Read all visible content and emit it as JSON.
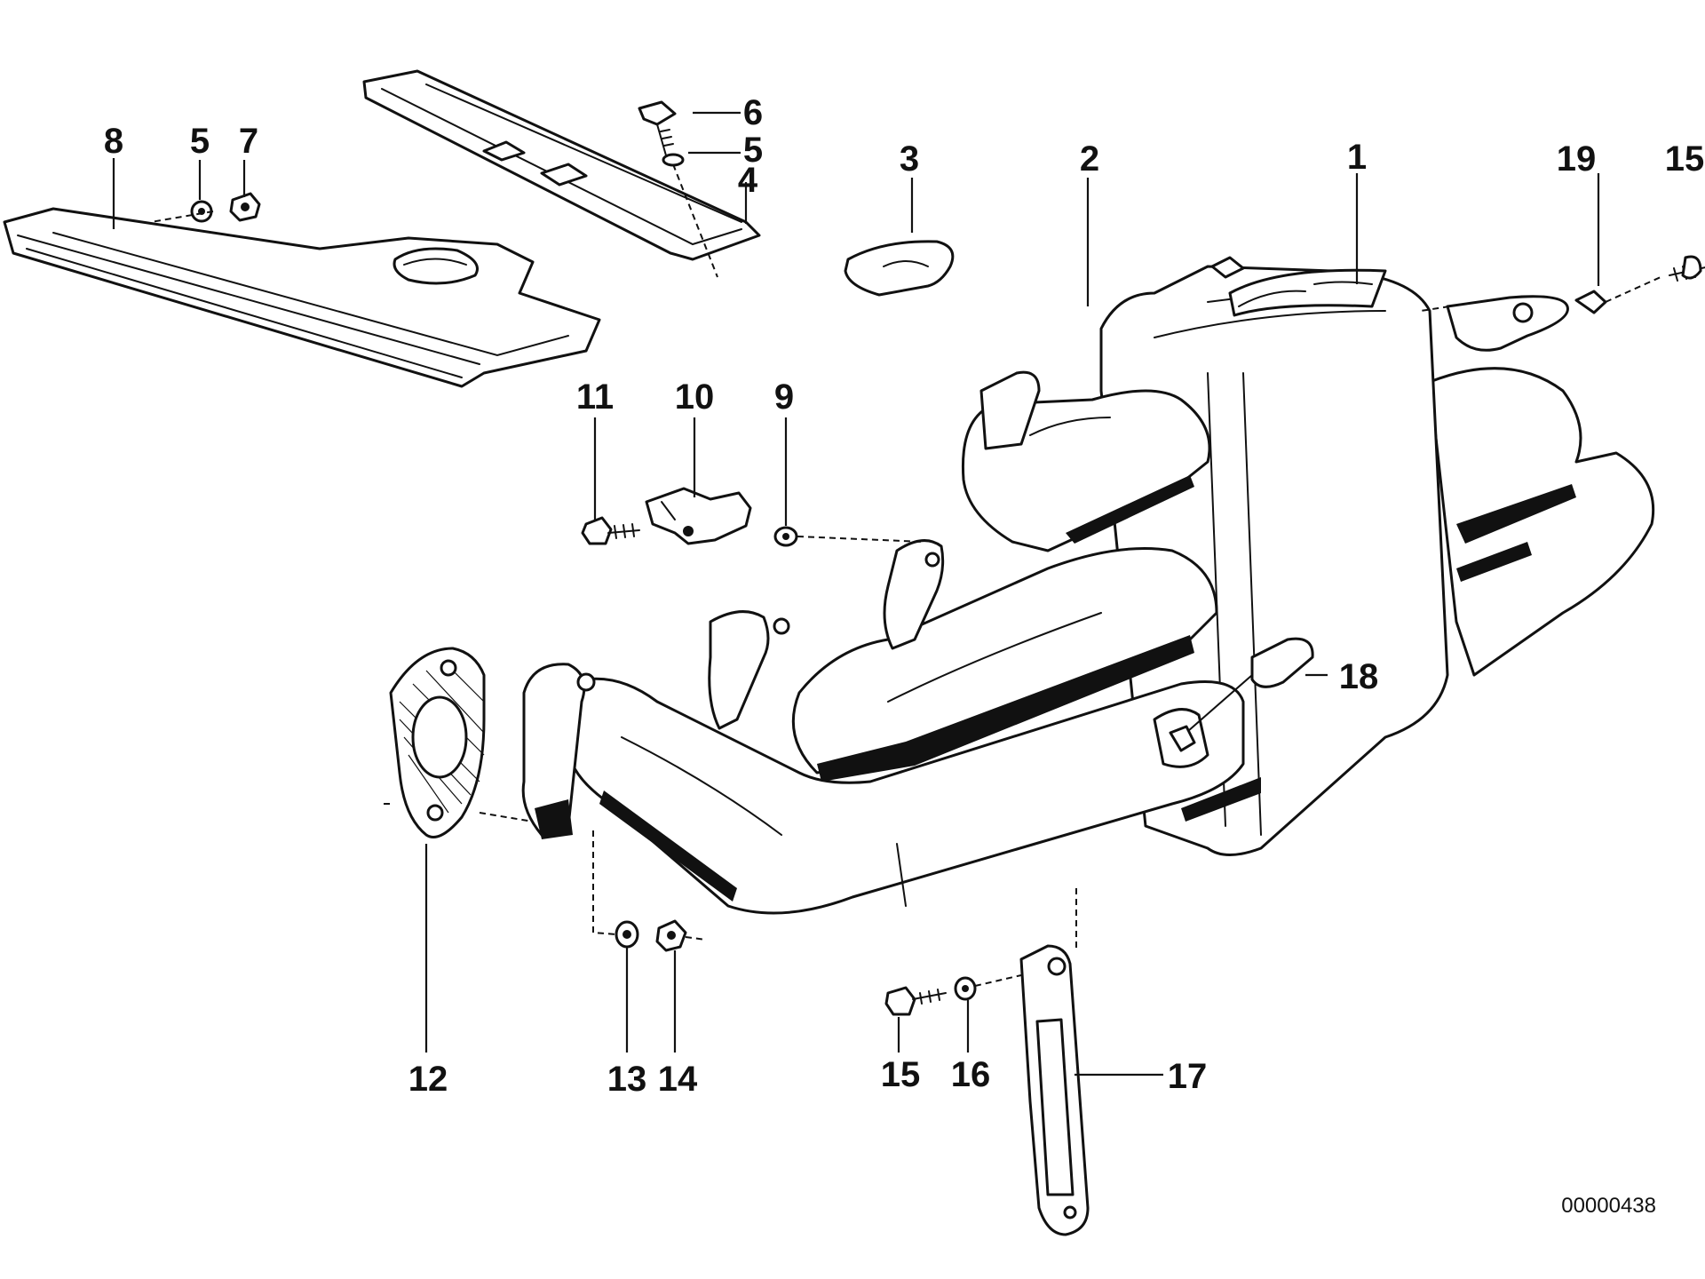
{
  "callouts": {
    "c1": "1",
    "c2": "2",
    "c3": "3",
    "c4": "4",
    "c5a": "5",
    "c5b": "5",
    "c6": "6",
    "c7": "7",
    "c8": "8",
    "c9": "9",
    "c10": "10",
    "c11": "11",
    "c12": "12",
    "c13": "13",
    "c14": "14",
    "c15a": "15",
    "c15b": "15",
    "c16": "16",
    "c17": "17",
    "c18": "18",
    "c19": "19"
  },
  "document_id": "00000438"
}
